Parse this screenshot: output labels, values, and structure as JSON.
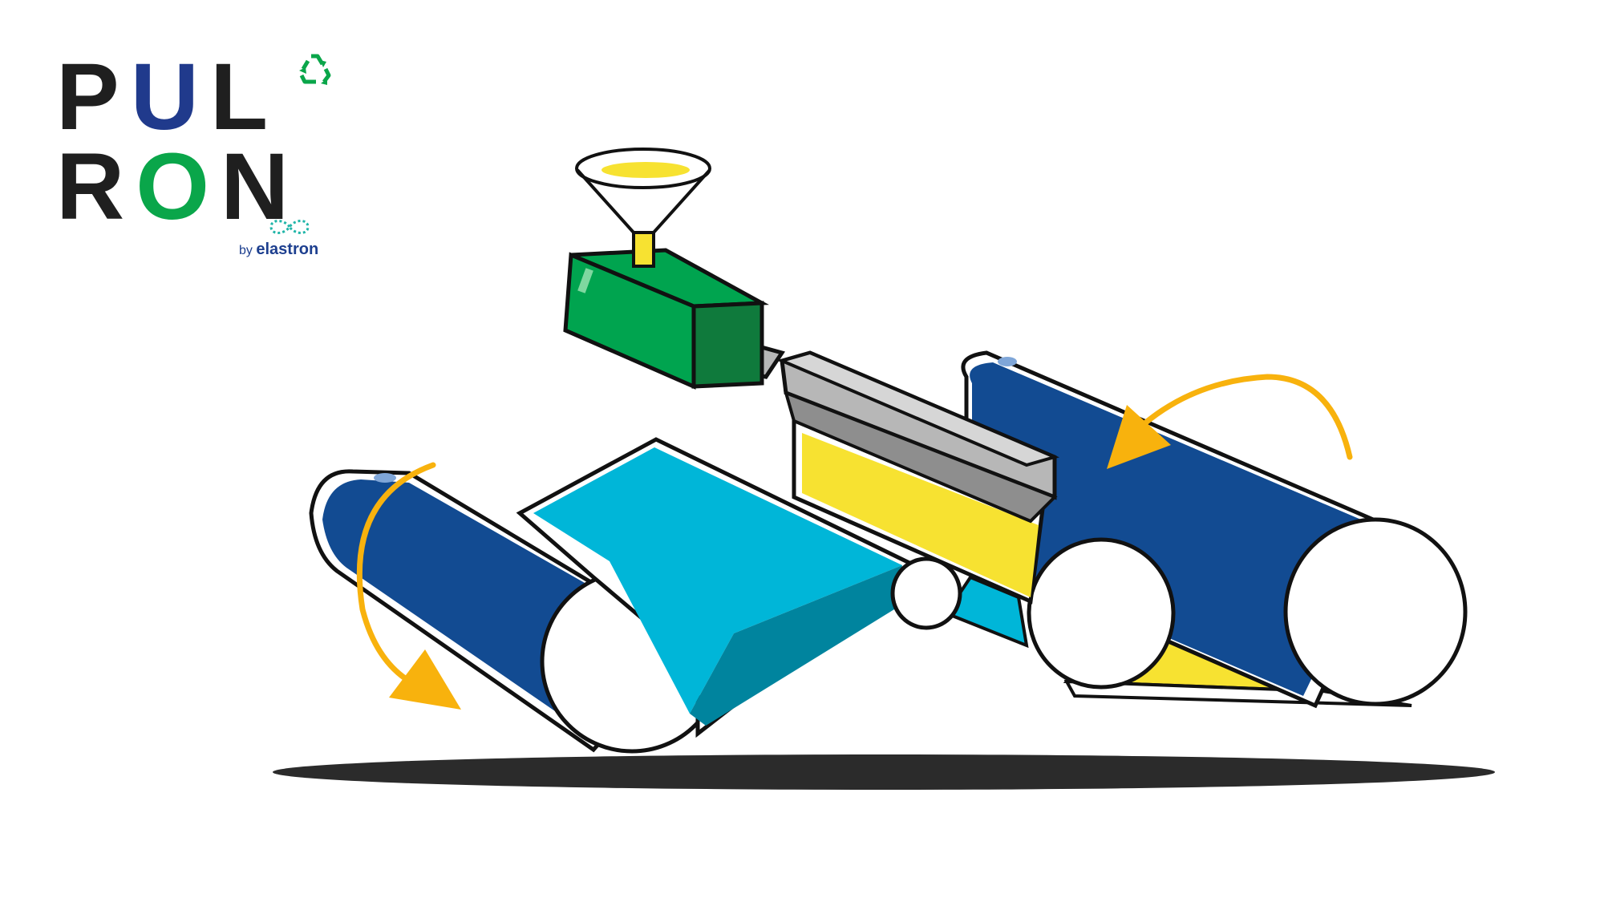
{
  "logo": {
    "row1": [
      "P",
      "U",
      "L"
    ],
    "row2": [
      "R",
      "O",
      "N"
    ],
    "byline_prefix": "by",
    "byline_brand": "elastron"
  },
  "colors": {
    "text_dark": "#1f1f1f",
    "brand_blue": "#203a8c",
    "brand_green": "#0aa64a",
    "roller_blue": "#124b92",
    "sheet_cyan": "#00b6d8",
    "sheet_yellow": "#f7e231",
    "extruder_green": "#00a44f",
    "arrow_orange": "#f8b20d",
    "die_gray": "#b7b7b7",
    "shadow": "#2b2b2b"
  },
  "icons": {
    "recycle": "recycle-icon",
    "infinity": "infinity-icon"
  }
}
